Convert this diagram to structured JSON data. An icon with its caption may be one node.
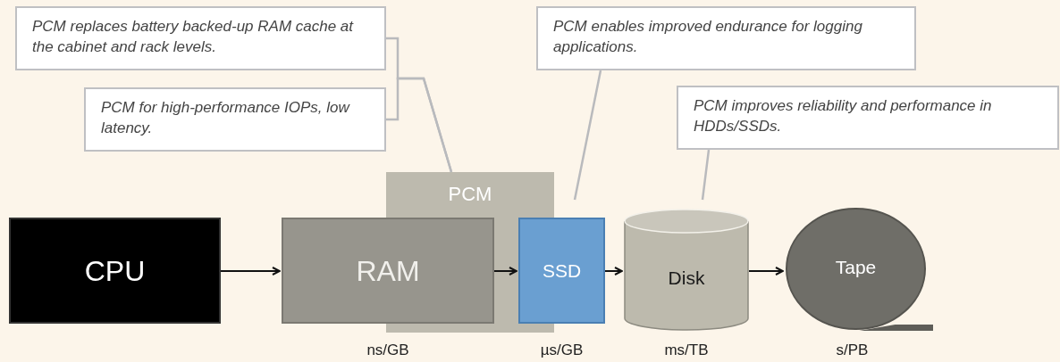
{
  "diagram": {
    "nodes": [
      {
        "text": [
          "PCM replaces battery backed-up RAM cache at the cabinet and rack levels."
        ]
      },
      {
        "text": [
          "PCM for high-performance IOPs, low latency."
        ]
      },
      {
        "text": [
          "PCM enables improved endurance for logging applications."
        ]
      },
      {
        "text": [
          "PCM improves reliability and performance in HDDs/SSDs."
        ]
      },
      {
        "text": [
          "PCM"
        ]
      },
      {
        "text": [
          "CPU"
        ]
      },
      {
        "text": [
          "RAM"
        ],
        "beside": [
          "ns/GB"
        ]
      },
      {
        "text": [
          "SSD"
        ],
        "beside": [
          "µs/GB"
        ]
      },
      {
        "text": [
          "Disk"
        ],
        "beside": [
          "ms/TB"
        ]
      },
      {
        "text": [
          "Tape"
        ],
        "beside": [
          "s/PB"
        ]
      }
    ],
    "edges": [
      {
        "from": 0,
        "to": 4,
        "arrow": "none"
      },
      {
        "from": 1,
        "to": 4,
        "arrow": "none"
      },
      {
        "from": 2,
        "to": 7,
        "arrow": "none"
      },
      {
        "from": 3,
        "to": 8,
        "arrow": "none"
      },
      {
        "from": 5,
        "to": 6,
        "arrow": "to",
        "color": "#111111"
      },
      {
        "from": 6,
        "to": 7,
        "arrow": "to",
        "color": "#111111"
      },
      {
        "from": 7,
        "to": 8,
        "arrow": "to",
        "color": "#111111"
      },
      {
        "from": 8,
        "to": 9,
        "arrow": "to",
        "color": "#111111"
      }
    ]
  }
}
